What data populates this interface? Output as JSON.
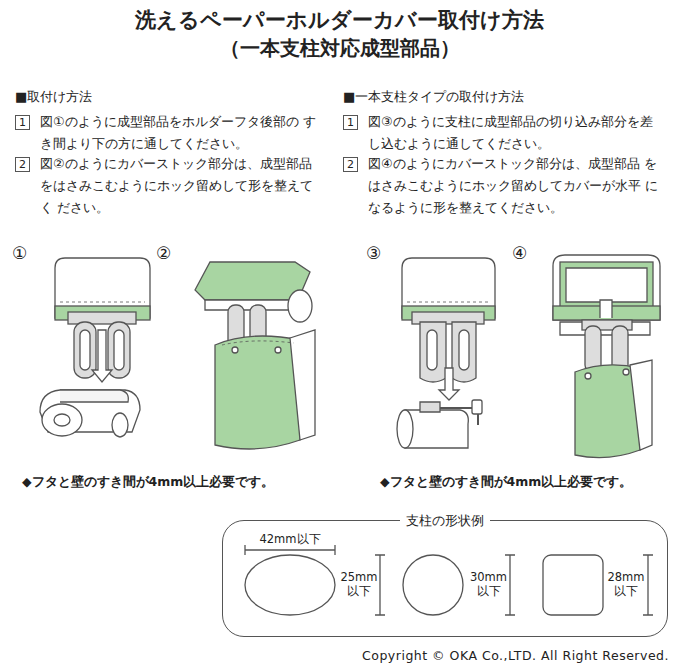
{
  "diagram": {
    "title": "洗えるペーパーホルダーカバー取付け方法",
    "nodes": [
      {
        "text": [
          "1"
        ]
      },
      {
        "text": [
          "2"
        ]
      },
      {
        "text": [
          "1"
        ]
      },
      {
        "text": [
          "2"
        ]
      },
      {
        "text": [
          "支柱の形状例"
        ]
      }
    ],
    "labels": [
      "（一本支柱対応成型部品）",
      "■取付け方法",
      "図①のように成型部品をホルダーフタ後部の すき間より下の方に通してください。",
      "図②のようにカバーストック部分は、成型部品 をはさみこむようにホック留めして形を整えてく ださい。",
      "■一本支柱タイプの取付け方法",
      "図③のように支柱に成型部品の切り込み部分を差 し込むように通してください。",
      "図④のようにカバーストック部分は、成型部品 をはさみこむようにホック留めしてカバーが水平 になるように形を整えてください。",
      "①",
      "②",
      "③",
      "④",
      "◆フタと壁のすき間が4mm以上必要です。",
      "◆フタと壁のすき間が4mm以上必要です。",
      "42mm以下",
      "25mm 以下",
      "30mm 以下",
      "28mm 以下",
      "Copyright © OKA Co.,LTD. All Right Reserved."
    ]
  }
}
